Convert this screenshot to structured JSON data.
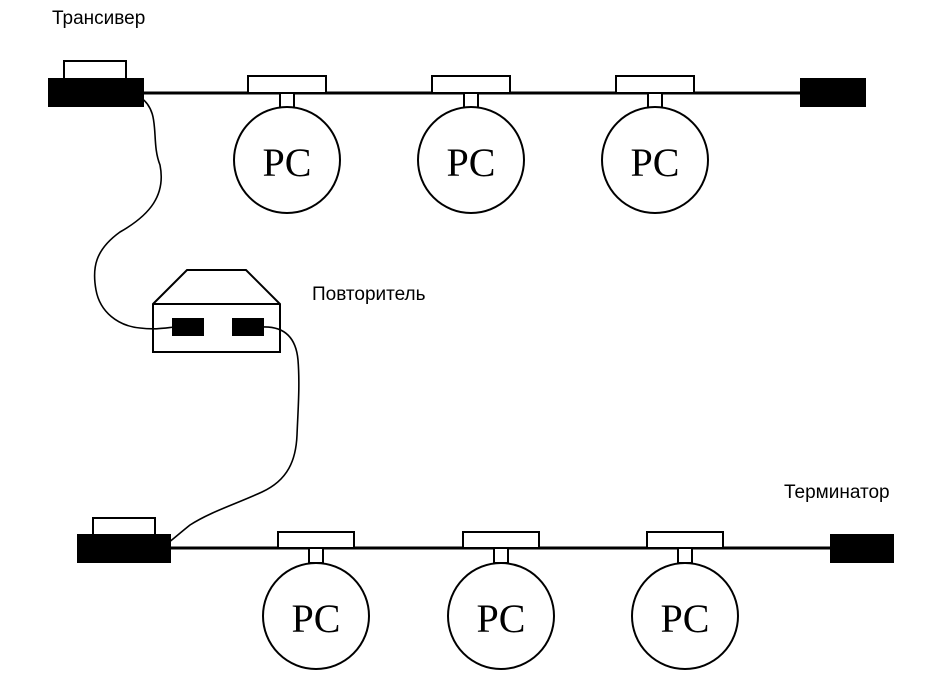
{
  "labels": {
    "transceiver": "Трансивер",
    "repeater": "Повторитель",
    "terminator": "Терминатор"
  },
  "segments": [
    {
      "workstations": [
        "PC",
        "PC",
        "PC"
      ]
    },
    {
      "workstations": [
        "PC",
        "PC",
        "PC"
      ]
    }
  ],
  "colors": {
    "line": "#000000",
    "background": "#ffffff",
    "block_fill": "#000000"
  }
}
